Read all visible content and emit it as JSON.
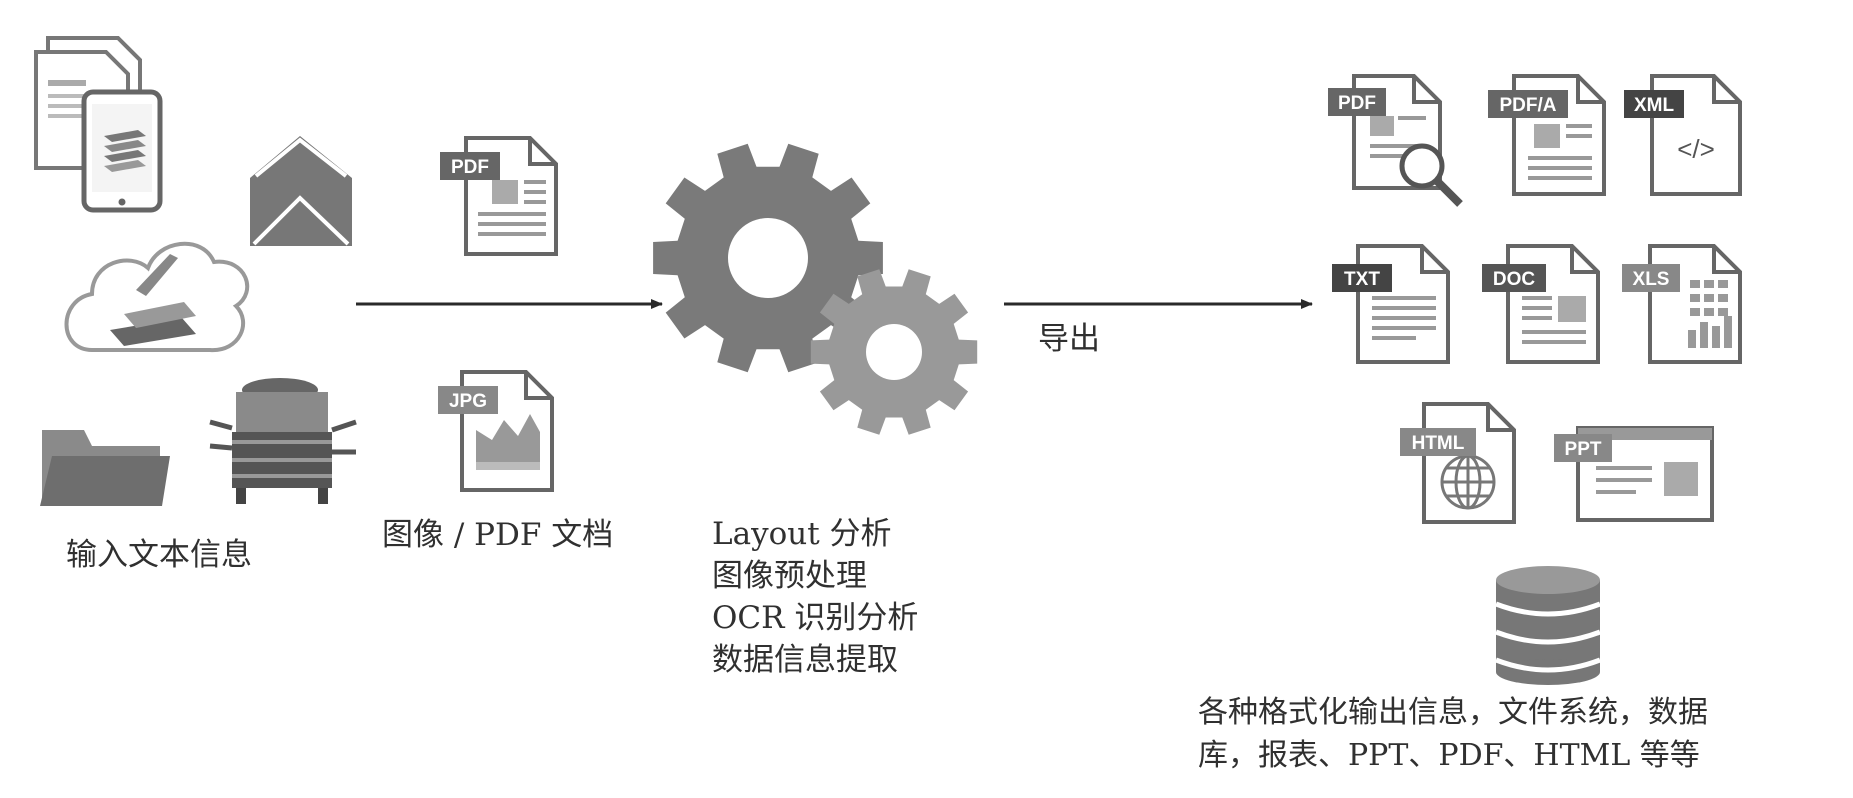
{
  "input": {
    "caption": "输入文本信息"
  },
  "middle_docs": {
    "pdf_tag": "PDF",
    "jpg_tag": "JPG",
    "caption": "图像 / PDF 文档"
  },
  "process": {
    "lines": [
      "Layout 分析",
      "图像预处理",
      "OCR 识别分析",
      "数据信息提取"
    ]
  },
  "export_label": "导出",
  "output": {
    "formats": [
      "PDF",
      "PDF/A",
      "XML",
      "TXT",
      "DOC",
      "XLS",
      "HTML",
      "PPT"
    ],
    "xml_code": "</>",
    "caption_lines": [
      "各种格式化输出信息，文件系统，数据",
      "库，报表、PPT、PDF、HTML 等等"
    ]
  }
}
